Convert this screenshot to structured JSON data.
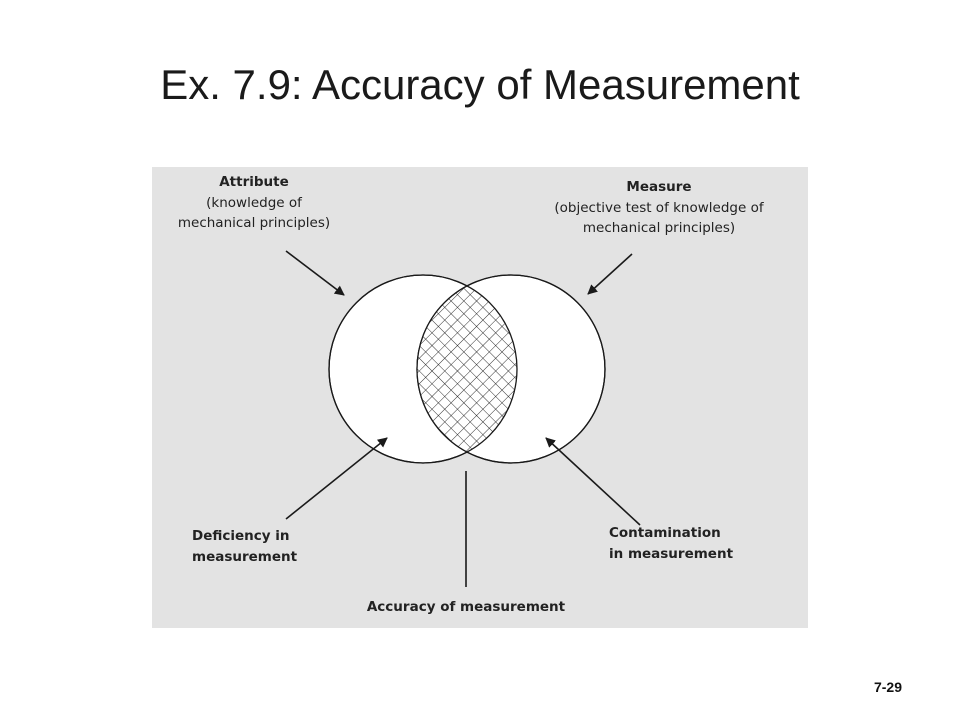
{
  "slide": {
    "title": "Ex. 7.9:  Accuracy of Measurement",
    "page_number": "7-29"
  },
  "diagram": {
    "attribute": {
      "title": "Attribute",
      "lines": [
        "(knowledge of",
        "mechanical principles)"
      ]
    },
    "measure": {
      "title": "Measure",
      "lines": [
        "(objective test of knowledge of",
        "mechanical principles)"
      ]
    },
    "deficiency": {
      "lines": [
        "Deficiency in",
        "measurement"
      ]
    },
    "contamination": {
      "lines": [
        "Contamination",
        "in measurement"
      ]
    },
    "accuracy": {
      "label": "Accuracy of measurement"
    },
    "colors": {
      "panel_background": "#e3e3e3",
      "circle_fill": "#ffffff",
      "stroke": "#1a1a1a"
    }
  }
}
